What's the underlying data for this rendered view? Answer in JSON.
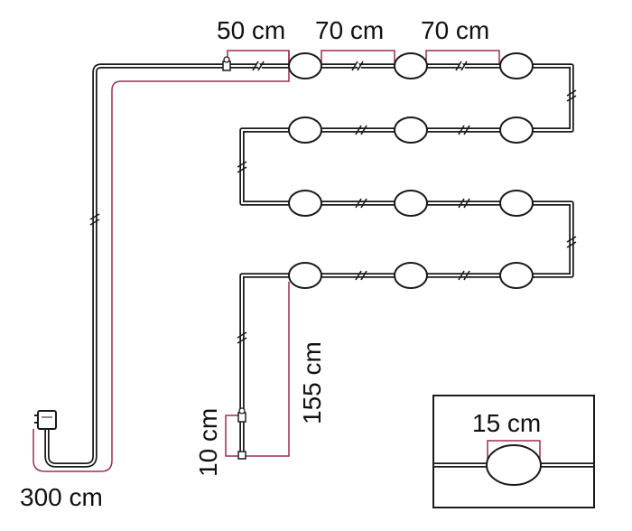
{
  "labels": {
    "seg_first": "50 cm",
    "seg_second": "70 cm",
    "seg_third": "70 cm",
    "lead_cable": "300 cm",
    "drop_length": "155 cm",
    "end_length": "10 cm",
    "lamp_size": "15 cm"
  },
  "colors": {
    "cable": "#1a1a1a",
    "measure_line": "#9b2d55"
  }
}
